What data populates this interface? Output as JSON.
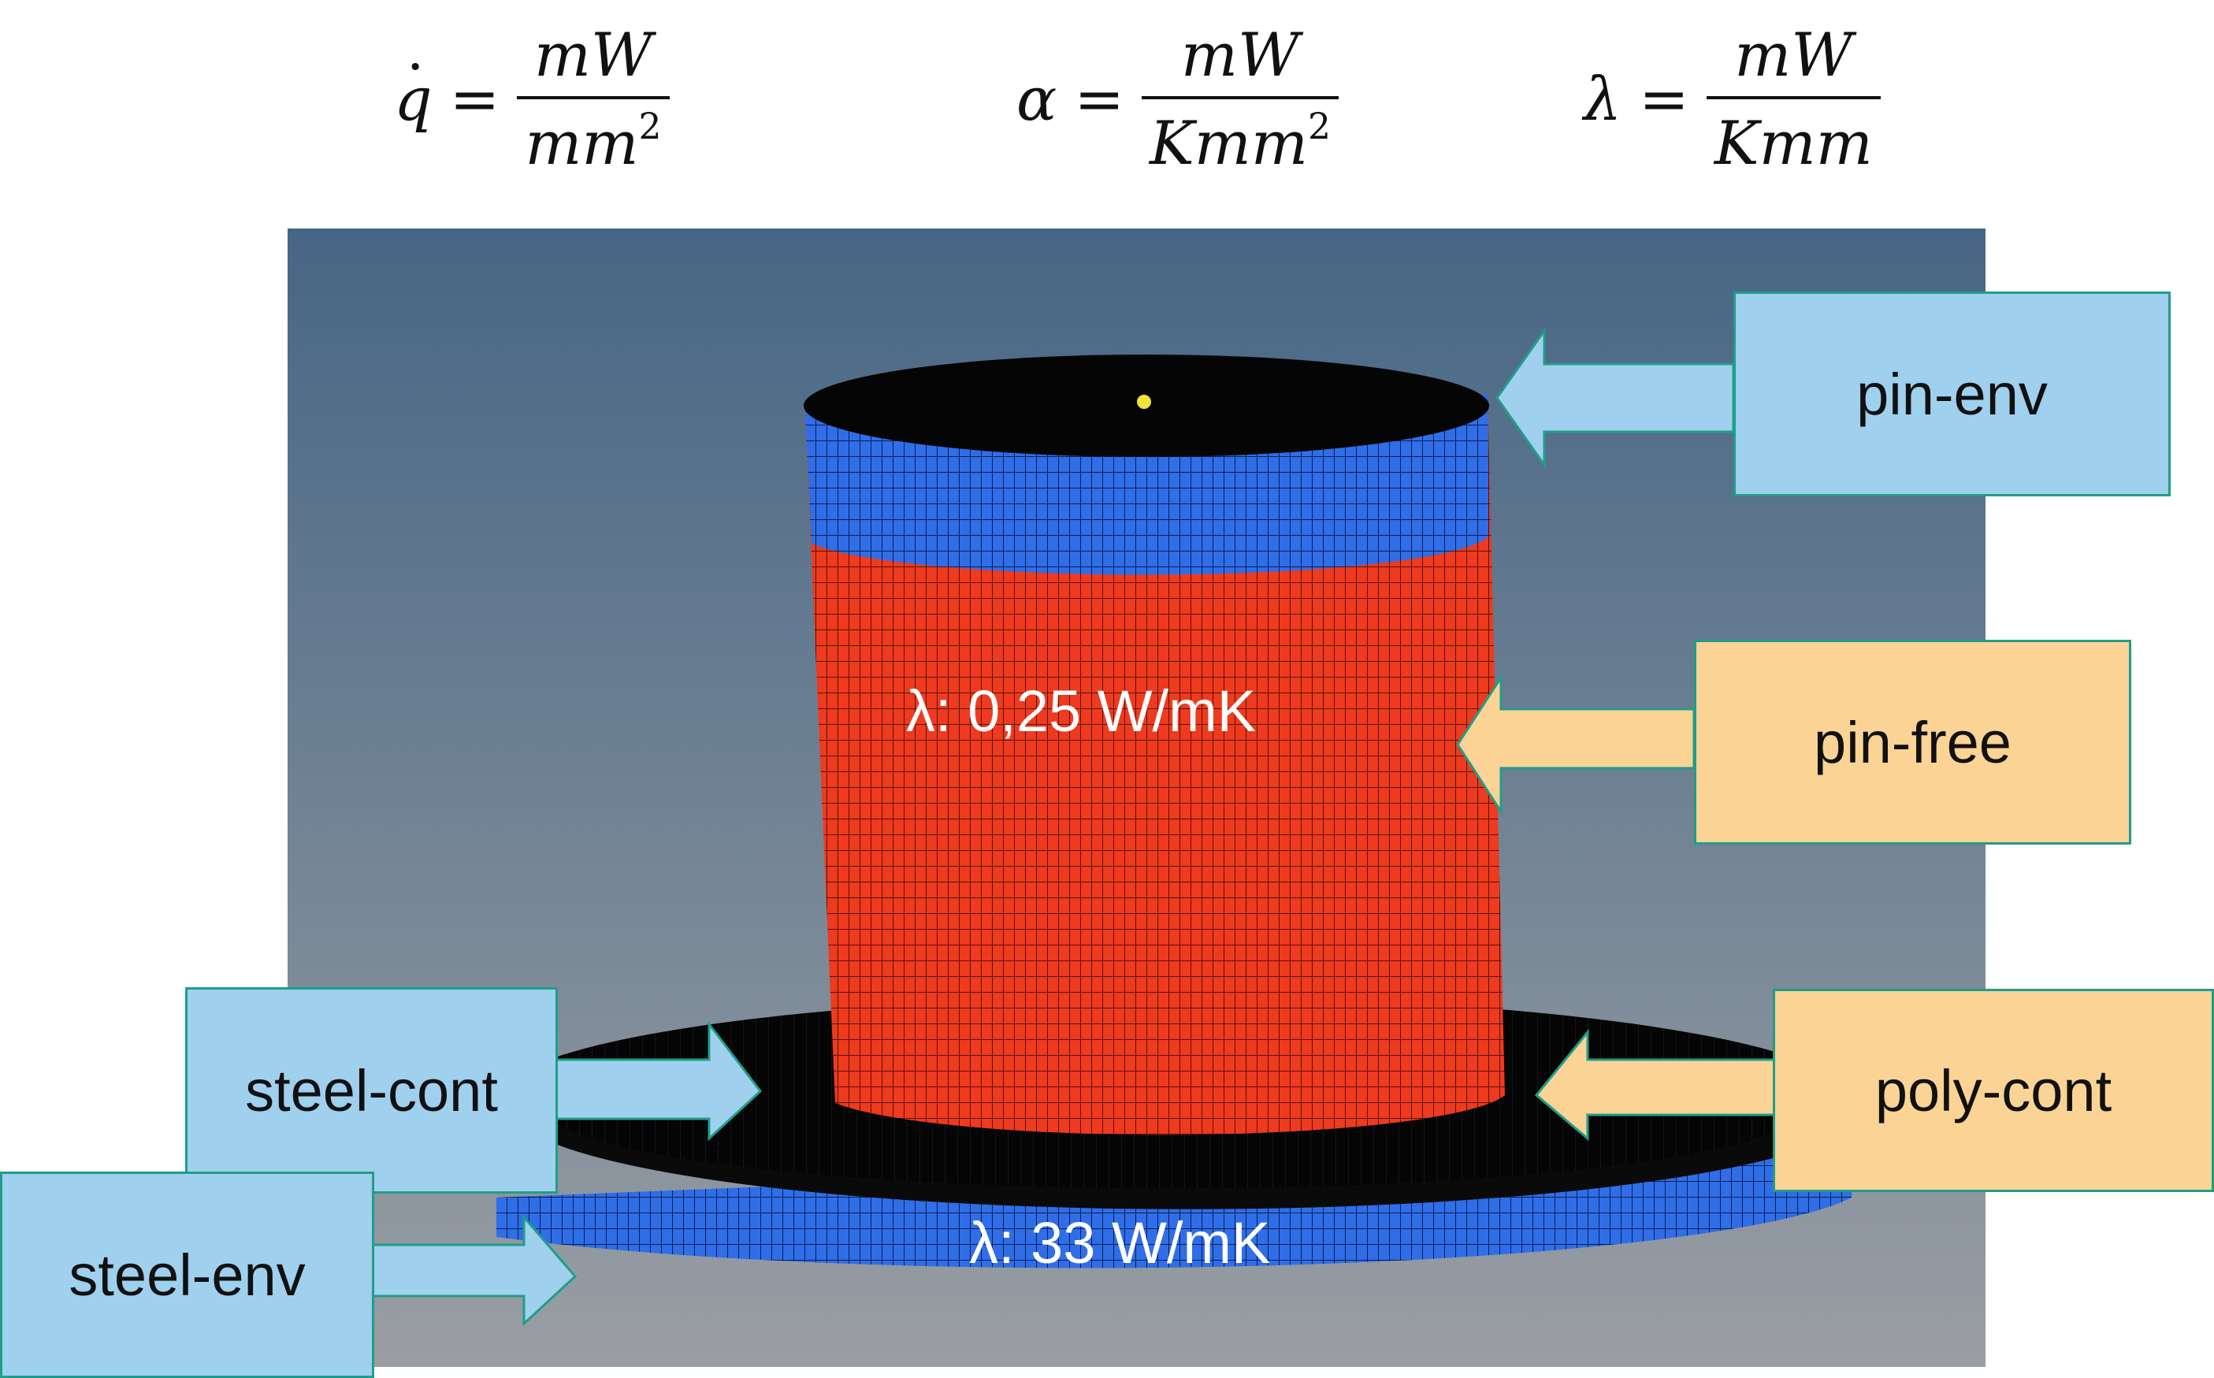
{
  "formulas": [
    {
      "lhs": "q",
      "eq": "=",
      "num": "mW",
      "den": "mm",
      "den_sup": "2"
    },
    {
      "lhs": "α",
      "eq": "=",
      "num": "mW",
      "den": "Kmm",
      "den_sup": "2"
    },
    {
      "lhs": "λ",
      "eq": "=",
      "num": "mW",
      "den": "Kmm",
      "den_sup": ""
    }
  ],
  "labels": {
    "pin_env": "pin-env",
    "pin_free": "pin-free",
    "poly_cont": "poly-cont",
    "steel_cont": "steel-cont",
    "steel_env": "steel-env",
    "pin_lambda": "λ: 0,25 W/mK",
    "steel_lambda": "λ: 33 W/mK"
  },
  "colors": {
    "background_top": "#466685",
    "background_bottom": "#9a9ea3",
    "pin_red": "#ee3a1e",
    "steel_blue": "#2f6ee6",
    "callout_blue": "#9fd0ee",
    "callout_orange": "#fbd395",
    "outline_teal": "#1f9e8a"
  }
}
